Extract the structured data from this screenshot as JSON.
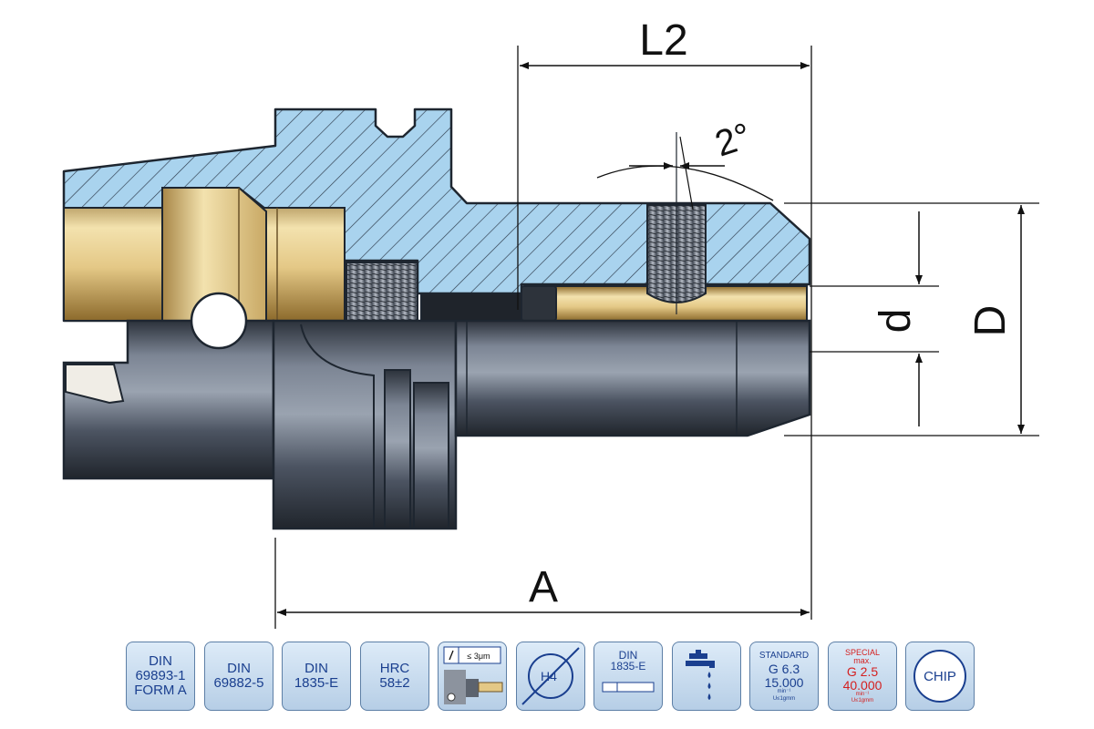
{
  "dimensions": {
    "L2": "L2",
    "A": "A",
    "d": "d",
    "D": "D",
    "angle": "2°"
  },
  "badges": {
    "din69893": [
      "DIN",
      "69893-1",
      "FORM A"
    ],
    "din69882": [
      "DIN",
      "69882-5"
    ],
    "din1835": [
      "DIN",
      "1835-E"
    ],
    "hrc": [
      "HRC",
      "58±2"
    ],
    "runout": "≤ 3μm",
    "h4": "H4",
    "din1835_shank": [
      "DIN",
      "1835-E"
    ],
    "standard": {
      "title": "STANDARD",
      "grade": "G 6.3",
      "speed": "15.000",
      "unit": "min⁻¹",
      "note": "U≤1gmm"
    },
    "special": {
      "title1": "SPECIAL",
      "title2": "max.",
      "grade": "G 2.5",
      "speed": "40.000",
      "unit": "min⁻¹",
      "note": "U≤1gmm"
    },
    "chip": "CHIP"
  },
  "colors": {
    "section_blue": "#a9d3ee",
    "brass": "#e6cf93",
    "steel": "#4a5260",
    "badge_blue": "#1a3f8f",
    "badge_red": "#d42020"
  }
}
